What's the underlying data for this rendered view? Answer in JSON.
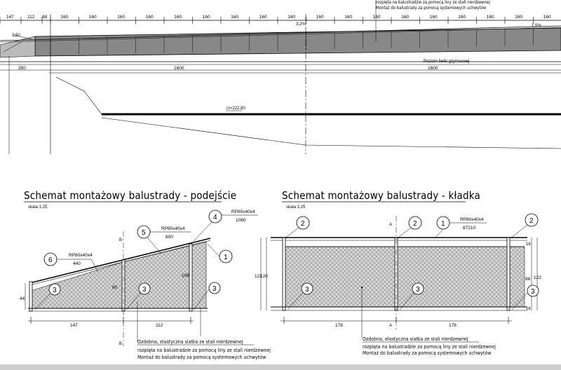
{
  "top": {
    "dims_top": [
      "147",
      "112",
      "88",
      "160",
      "160",
      "160",
      "160",
      "160",
      "160",
      "160",
      "160",
      "160",
      "160",
      "160",
      "160",
      "160",
      "160",
      "160",
      "160",
      "160",
      "160",
      "160"
    ],
    "note_line1": "rozpięta na balustradzie za pomocą liny ze stali nierdzewnej",
    "note_line2": "Montaż do balustrady za pomocą systemowych uchwytów",
    "slope1": "3,2%",
    "slope2": "1,5%",
    "left_label": "3,50",
    "dim_350": "350",
    "dim_1600a": "1600",
    "dim_1600b": "1600",
    "beam_label": "Poziom belki gzymsowej",
    "level": "rz=222,80"
  },
  "left": {
    "title": "Schemat montażowy balustrady - podejście",
    "scale": "skala 1:25",
    "callouts": {
      "c4": "4",
      "c5": "5",
      "c6": "6",
      "c1": "1",
      "c3a": "3",
      "c3b": "3",
      "c3c": "3"
    },
    "rp4_a": "RP80x40x4",
    "rp4_b": "1080",
    "rp5_a": "RP80x40x4",
    "rp5_b": "800",
    "rp6_a": "RP80x40x4",
    "rp6_b": "440",
    "dim_147": "147",
    "dim_112": "112",
    "v44": "44",
    "v80": "80",
    "v108": "108",
    "section_b_top": "B",
    "section_b_bot": "B"
  },
  "right": {
    "title": "Schemat montażowy balustrady - kładka",
    "scale": "skala 1:25",
    "callouts": {
      "c2a": "2",
      "c2b": "2",
      "c2c": "2",
      "c1": "1",
      "c3a": "3",
      "c3b": "3",
      "c3c": "3"
    },
    "rp1_a": "RP80x40x4",
    "rp1_b": "87210",
    "dim_178a": "178",
    "dim_178b": "178",
    "v122a": "122",
    "v120": "120",
    "v122b": "122",
    "v88": "88",
    "v16a": "16",
    "v16b": "16",
    "section_a_top": "A",
    "section_a_bot": "A"
  },
  "notes": {
    "line1": "Ozdobna, elastyczna siatka ze stali nierdzewnej",
    "line2": "rozpięta na balustradzie za pomocą liny ze stali nierdzewnej",
    "line3": "Montaż do balustrady za pomocą systemowych uchwytów"
  }
}
